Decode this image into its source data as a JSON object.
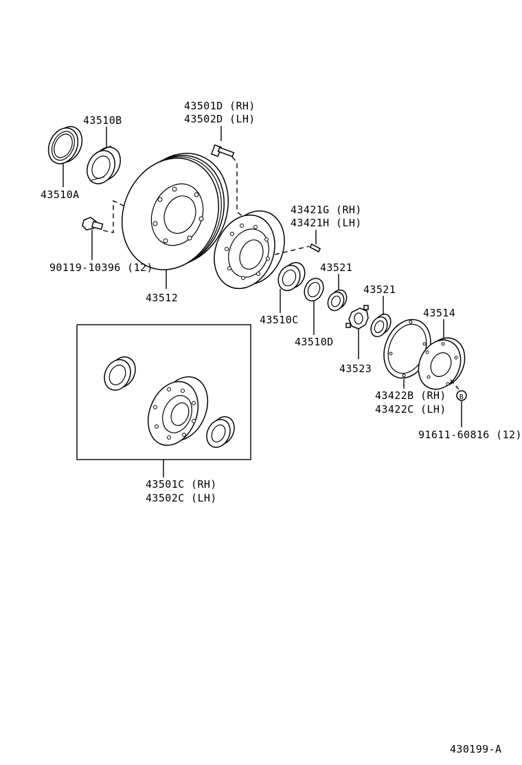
{
  "labels": {
    "p43510B": "43510B",
    "p43510A": "43510A",
    "p43501D": "43501D (RH)",
    "p43502D": "43502D (LH)",
    "p90119": "90119-10396 (12)",
    "p43512": "43512",
    "p43421G": "43421G (RH)",
    "p43421H": "43421H (LH)",
    "p43521a": "43521",
    "p43521b": "43521",
    "p43510C": "43510C",
    "p43510D": "43510D",
    "p43514": "43514",
    "p43523": "43523",
    "p43422B": "43422B (RH)",
    "p43422C": "43422C (LH)",
    "pB": "B",
    "p91611": "91611-60816 (12)",
    "p43501C": "43501C (RH)",
    "p43502C": "43502C (LH)",
    "figure_id": "430199-A"
  }
}
